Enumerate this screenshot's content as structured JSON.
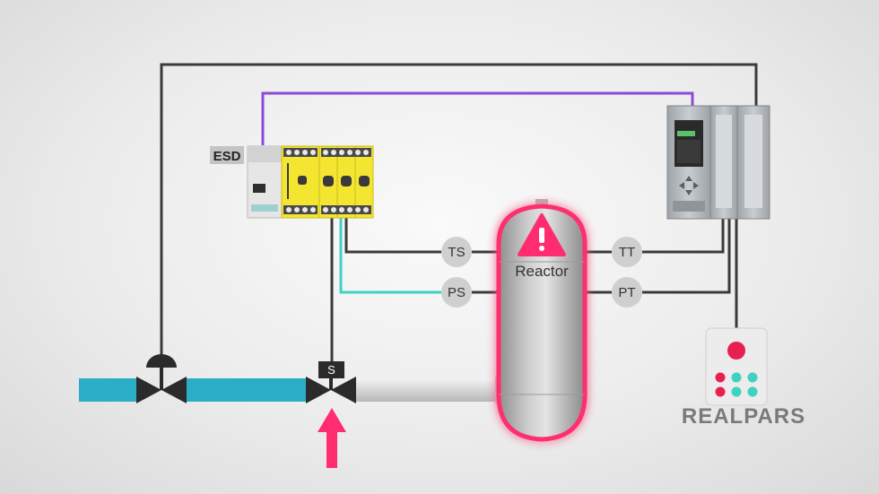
{
  "labels": {
    "esd": "ESD",
    "solenoid": "S",
    "reactor": "Reactor",
    "brand": "REALPARS"
  },
  "sensors": {
    "ts": "TS",
    "ps": "PS",
    "tt": "TT",
    "pt": "PT"
  },
  "colors": {
    "pipe": "#2aaec6",
    "bus_purple": "#8a4cd6",
    "signal_teal": "#3fd1c4",
    "wire": "#3a3a3a",
    "alarm_glow": "#ff2d6f",
    "arrow": "#ff2d6f",
    "esd_yellow": "#f4e531"
  },
  "icons": {
    "warning": "warning-triangle-icon",
    "flow_arrow": "up-arrow-icon"
  }
}
